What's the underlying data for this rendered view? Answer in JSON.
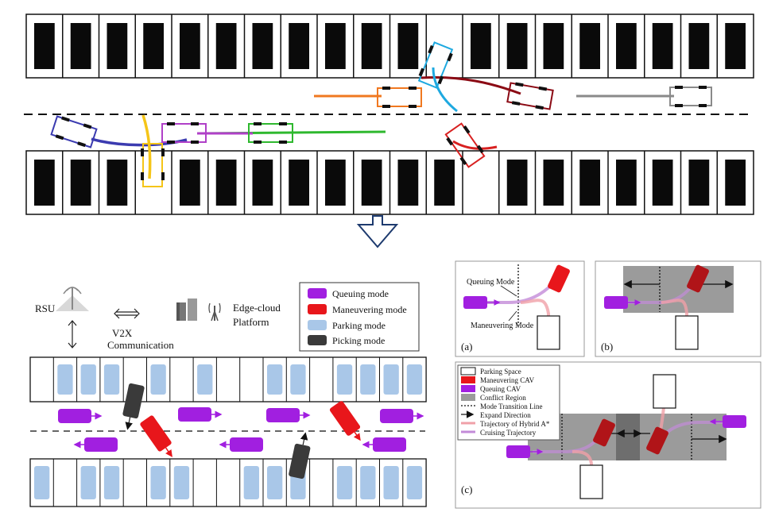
{
  "legend_modes": {
    "queuing": "Queuing mode",
    "maneuvering": "Maneuvering mode",
    "parking": "Parking mode",
    "picking": "Picking mode"
  },
  "infra": {
    "rsu": "RSU",
    "v2x_line1": "V2X",
    "v2x_line2": "Communication",
    "edge_line1": "Edge-cloud",
    "edge_line2": "Platform"
  },
  "panel_a": {
    "queuing_mode": "Queuing Mode",
    "maneuvering_mode": "Maneuvering Mode",
    "label": "(a)"
  },
  "panel_b": {
    "label": "(b)"
  },
  "panel_c": {
    "label": "(c)",
    "legend": [
      "Parking Space",
      "Maneuvering CAV",
      "Queuing CAV",
      "Conflict Region",
      "Mode Transition Line",
      "Expand Direction",
      "Trajectory of Hybrid A*",
      "Cruising Trajectory"
    ]
  },
  "colors": {
    "queuing": "#a11fe0",
    "maneuvering": "#e8161b",
    "parking": "#a9c7e8",
    "picking": "#3a3a3a",
    "conflict": "#9b9b9b",
    "dark_red": "#b01418",
    "traj": "#f0a0a8"
  }
}
